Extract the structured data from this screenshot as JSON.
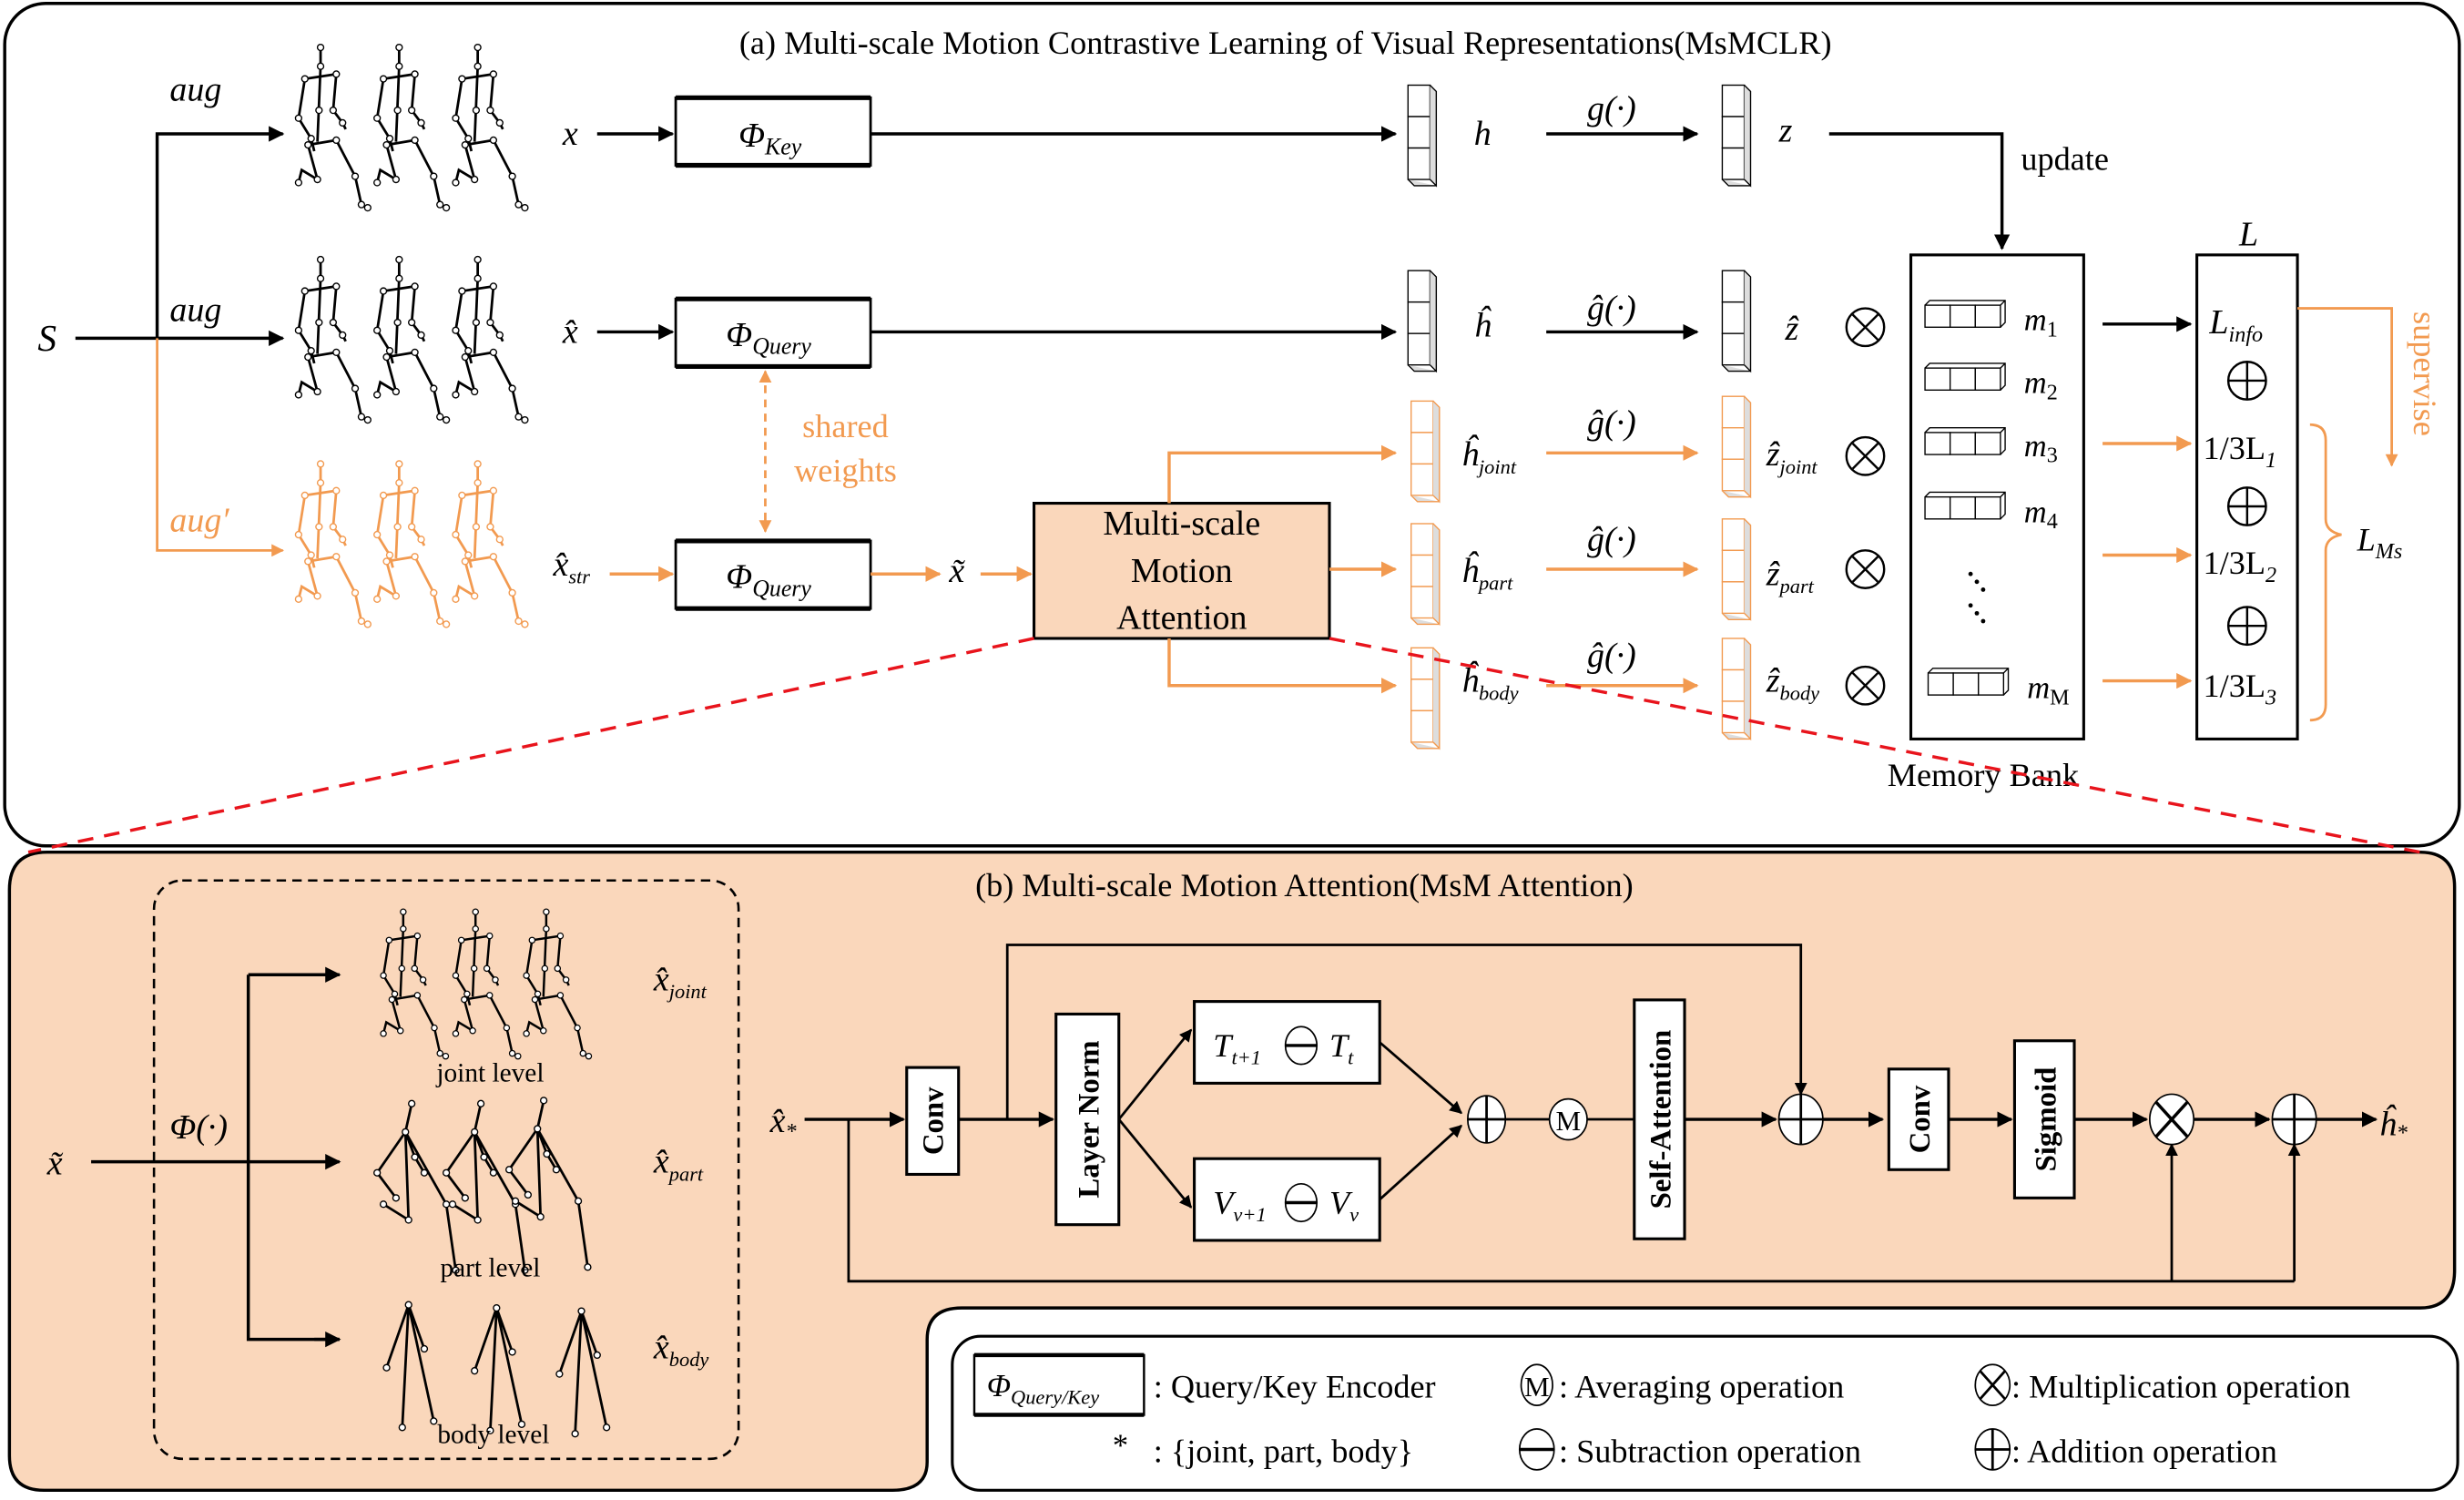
{
  "colors": {
    "accent_orange": "#f29a50",
    "panel_b_fill": "#fad7bb",
    "zoom_dash": "#e8141c",
    "line": "#000000"
  },
  "panel_a": {
    "title": "(a) Multi-scale Motion Contrastive Learning of Visual Representations(MsMCLR)",
    "input": "S",
    "aug_top": "aug",
    "aug_mid": "aug",
    "aug_bottom": "aug′",
    "x": "x",
    "x_hat": "x̂",
    "x_hat_str": "x̂",
    "x_hat_str_sub": "str",
    "x_tilde": "x̃",
    "encoder_key": "Φ",
    "encoder_key_sub": "Key",
    "encoder_query": "Φ",
    "encoder_query_sub": "Query",
    "shared_weights_1": "shared",
    "shared_weights_2": "weights",
    "msm_box": [
      "Multi-scale",
      "Motion",
      "Attention"
    ],
    "h": "h",
    "h_hat": "ĥ",
    "h_joint": "ĥ",
    "h_joint_sub": "joint",
    "h_part": "ĥ",
    "h_part_sub": "part",
    "h_body": "ĥ",
    "h_body_sub": "body",
    "g": "g(·)",
    "g_hat": "ĝ(·)",
    "z": "z",
    "z_hat": "ẑ",
    "z_joint": "ẑ",
    "z_joint_sub": "joint",
    "z_part": "ẑ",
    "z_part_sub": "part",
    "z_body": "ẑ",
    "z_body_sub": "body",
    "update": "update",
    "memory_bank": "Memory Bank",
    "memory_items": [
      {
        "label": "m",
        "sub": "1"
      },
      {
        "label": "m",
        "sub": "2"
      },
      {
        "label": "m",
        "sub": "3"
      },
      {
        "label": "m",
        "sub": "4"
      },
      {
        "label": "m",
        "sub": "M"
      }
    ],
    "loss_title": "L",
    "loss_items": [
      {
        "label": "L",
        "sub": "info"
      },
      {
        "label": "1/3L",
        "sub": "1"
      },
      {
        "label": "1/3L",
        "sub": "2"
      },
      {
        "label": "1/3L",
        "sub": "3"
      }
    ],
    "supervise": "supervise",
    "l_ms": "L",
    "l_ms_sub": "Ms"
  },
  "panel_b": {
    "title": "(b) Multi-scale Motion Attention(MsM Attention)",
    "x_tilde": "x̃",
    "phi": "Φ(·)",
    "levels": [
      {
        "caption": "joint level",
        "label": "x̂",
        "sub": "joint"
      },
      {
        "caption": "part level",
        "label": "x̂",
        "sub": "part"
      },
      {
        "caption": "body level",
        "label": "x̂",
        "sub": "body"
      }
    ],
    "x_star": "x̂",
    "x_star_sub": "*",
    "conv1": "Conv",
    "layer_norm": "Layer Norm",
    "t_diff": {
      "a": "T",
      "a_sub": "t+1",
      "b": "T",
      "b_sub": "t"
    },
    "v_diff": {
      "a": "V",
      "a_sub": "v+1",
      "b": "V",
      "b_sub": "v"
    },
    "avg": "M",
    "self_attention": "Self-Attention",
    "conv2": "Conv",
    "sigmoid": "Sigmoid",
    "h_star": "ĥ",
    "h_star_sub": "*"
  },
  "legend": {
    "encoder_symbol": "Φ",
    "encoder_symbol_sub": "Query/Key",
    "encoder_desc": ": Query/Key Encoder",
    "avg_symbol": "M",
    "avg_desc": ": Averaging operation",
    "mult_desc": ": Multiplication operation",
    "star": "*",
    "star_desc": ": {joint, part, body}",
    "sub_desc": ": Subtraction operation",
    "add_desc": ": Addition operation"
  }
}
